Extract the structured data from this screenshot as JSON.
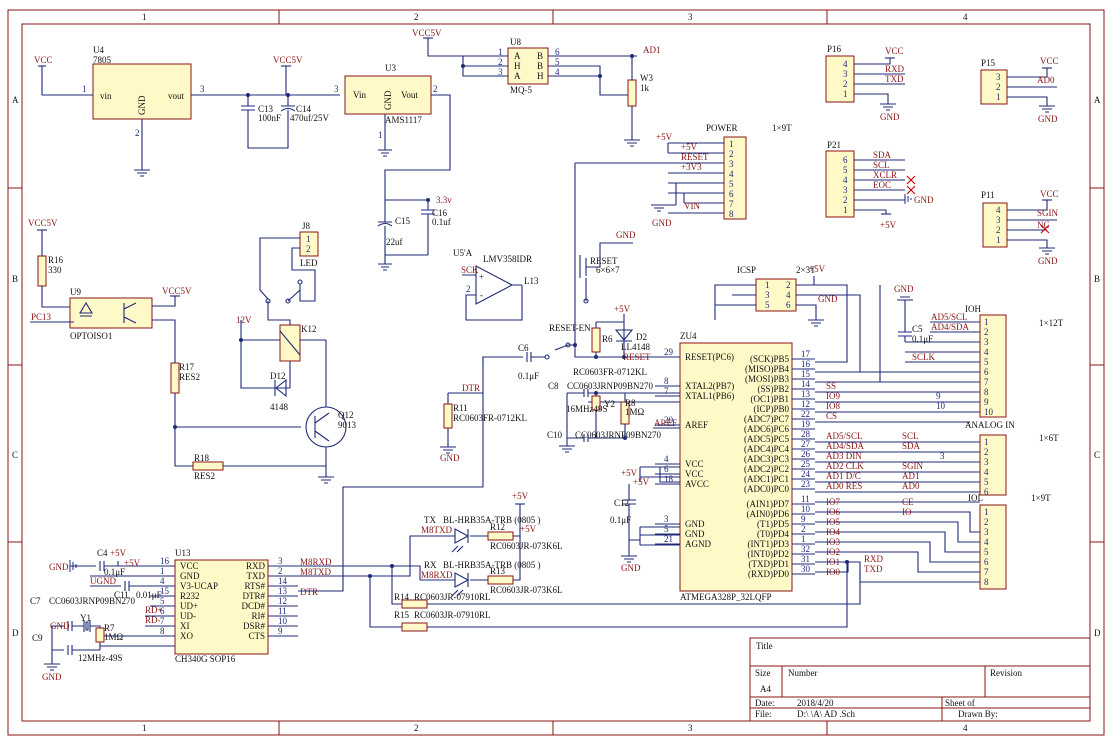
{
  "frame": {
    "columns": [
      "1",
      "2",
      "3",
      "4"
    ],
    "rows": [
      "A",
      "B",
      "C",
      "D"
    ]
  },
  "title_block": {
    "title": "Title",
    "size_label": "Size",
    "size": "A4",
    "number_label": "Number",
    "revision_label": "Revision",
    "date_label": "Date:",
    "date": "2018/4/20",
    "sheet_label": "Sheet    of",
    "file_label": "File:",
    "file": "D:\\         \\A\\                        AD              .Sch",
    "drawn_label": "Drawn By:"
  },
  "u4": {
    "ref": "U4",
    "value": "7805",
    "vin": "vin",
    "vout": "vout",
    "gnd": "GND",
    "p1": "1",
    "p2": "2",
    "p3": "3",
    "vcc": "VCC"
  },
  "c13": {
    "ref": "C13",
    "value": "100nF"
  },
  "c14": {
    "ref": "C14",
    "value": "470uf/25V"
  },
  "u3": {
    "ref": "U3",
    "value": "AMS1117",
    "vin": "Vin",
    "vout": "Vout",
    "gnd": "GND",
    "p1": "1",
    "p2": "2",
    "p3": "3",
    "vcc": "VCC5V"
  },
  "c15": {
    "ref": "C15",
    "value": "22uf"
  },
  "c16": {
    "ref": "C16",
    "value": "0.1uf",
    "net": "3.3v"
  },
  "u8": {
    "ref": "U8",
    "value": "MQ-5",
    "pins_left": [
      "1",
      "2",
      "3"
    ],
    "pins_right": [
      "6",
      "5",
      "4"
    ],
    "a1": "A",
    "a2": "H",
    "a3": "A",
    "b1": "B",
    "b2": "B",
    "b3": "H",
    "vcc": "VCC5V",
    "net": "AD1"
  },
  "w3": {
    "ref": "W3",
    "value": "1k"
  },
  "p16": {
    "ref": "P16",
    "pins": [
      "4",
      "3",
      "2",
      "1"
    ],
    "nets": [
      "VCC",
      "RXD",
      "TXD",
      ""
    ],
    "gnd": "GND"
  },
  "p15": {
    "ref": "P15",
    "pins": [
      "3",
      "2",
      "1"
    ],
    "nets": [
      "VCC",
      "AD0",
      ""
    ],
    "gnd": "GND"
  },
  "p21": {
    "ref": "P21",
    "pins": [
      "6",
      "5",
      "4",
      "3",
      "2",
      "1"
    ],
    "nets": [
      "SDA",
      "SCL",
      "XCLR",
      "EOC",
      "",
      ""
    ],
    "gnd": "GND",
    "vcc": "+5V"
  },
  "p11": {
    "ref": "P11",
    "pins": [
      "4",
      "3",
      "2",
      "1"
    ],
    "nets": [
      "VCC",
      "SGIN",
      "NC",
      ""
    ],
    "gnd": "GND"
  },
  "power": {
    "ref": "POWER",
    "size": "1×9T",
    "pins": [
      "1",
      "2",
      "3",
      "4",
      "5",
      "6",
      "7",
      "8"
    ],
    "nets": [
      "",
      "+5V",
      "RESET",
      "+3V3",
      "",
      "",
      "VIN",
      ""
    ],
    "vcc": "+5V",
    "gnd": "GND"
  },
  "u5": {
    "ref": "U5'A",
    "value": "LMV358IDR",
    "plus": "+",
    "minus": "-",
    "p2": "2",
    "sck": "SCK",
    "out": "L13"
  },
  "sw_reset": {
    "ref": "RESET",
    "value": "6×6×7",
    "gnd": "GND"
  },
  "j8": {
    "ref": "J8",
    "value": "LED",
    "pins": [
      "1",
      "2"
    ]
  },
  "k12": {
    "ref": "K12",
    "net": "12V"
  },
  "d12": {
    "ref": "D12",
    "value": "4148"
  },
  "q12": {
    "ref": "Q12",
    "value": "9013"
  },
  "r16": {
    "ref": "R16",
    "value": "330",
    "vcc": "VCC5V"
  },
  "u9": {
    "ref": "U9",
    "value": "OPTOISO1",
    "vcc": "VCC5V",
    "net": "PC13"
  },
  "r17": {
    "ref": "R17",
    "value": "RES2"
  },
  "r18": {
    "ref": "R18",
    "value": "RES2"
  },
  "icsp": {
    "ref": "ICSP",
    "size": "2×3T",
    "pins": [
      "1",
      "2",
      "3",
      "4",
      "5",
      "6"
    ],
    "gnd": "GND",
    "vcc": "+5V"
  },
  "ioh": {
    "ref": "IOH",
    "size": "1×12T",
    "pins": [
      "1",
      "2",
      "3",
      "4",
      "5",
      "6",
      "7",
      "8",
      "9",
      "10"
    ],
    "nets": [
      "AD5/SCL",
      "AD4/SDA",
      "",
      "SCLK",
      "",
      "",
      "",
      "",
      "9",
      "10"
    ],
    "gnd": "GND"
  },
  "c5": {
    "ref": "C5",
    "value": "0.1μF"
  },
  "analog_in": {
    "ref": "ANALOG IN",
    "size": "1×6T",
    "pins": [
      "1",
      "2",
      "3",
      "4",
      "5",
      "6"
    ],
    "nets": [
      "SCL",
      "SDA",
      "3",
      "SGIN",
      "AD1",
      "AD0"
    ]
  },
  "iol": {
    "ref": "IOL",
    "size": "1×9T",
    "pins": [
      "1",
      "2",
      "3",
      "4",
      "5",
      "6",
      "7",
      "8"
    ],
    "nets": [
      "CE",
      "IO",
      "",
      "",
      "",
      "",
      "RXD",
      "TXD"
    ]
  },
  "reset_en": {
    "ref": "RESET-EN"
  },
  "c6": {
    "ref": "C6",
    "value": "0.1μF"
  },
  "r6": {
    "ref": "R6"
  },
  "d2": {
    "ref": "D2",
    "value": "LL4148",
    "vcc": "+5V"
  },
  "r_reset_note": "RC0603FR-0712KL",
  "r11": {
    "ref": "R11",
    "value": "RC0603FR-0712KL",
    "gnd": "GND",
    "net": "DTR"
  },
  "c8": {
    "ref": "C8",
    "value": "CC0603JRNP09BN270"
  },
  "y2": {
    "ref": "Y2",
    "value": "16MHz49S"
  },
  "r8": {
    "ref": "R8",
    "value": "1MΩ"
  },
  "c10": {
    "ref": "C10",
    "value": "CC0603JRNP09BN270"
  },
  "c12": {
    "ref": "C12",
    "value": "0.1μF",
    "vcc": "+5V"
  },
  "zu4": {
    "ref": "ZU4",
    "value": "ATMEGA328P_32LQFP",
    "left_pins": [
      {
        "num": "29",
        "name": "RESET(PC6)",
        "net": "RESET"
      },
      {
        "num": "8",
        "name": "XTAL2(PB7)",
        "net": ""
      },
      {
        "num": "7",
        "name": "XTAL1(PB6)",
        "net": ""
      },
      {
        "num": "20",
        "name": "AREF",
        "net": "AREF"
      },
      {
        "num": "4",
        "name": "VCC",
        "net": ""
      },
      {
        "num": "6",
        "name": "VCC",
        "net": "+5V"
      },
      {
        "num": "18",
        "name": "AVCC",
        "net": ""
      },
      {
        "num": "3",
        "name": "GND",
        "net": ""
      },
      {
        "num": "5",
        "name": "GND",
        "net": ""
      },
      {
        "num": "21",
        "name": "AGND",
        "net": ""
      }
    ],
    "right_pins": [
      {
        "num": "17",
        "name": "(SCK)PB5",
        "net": ""
      },
      {
        "num": "16",
        "name": "(MISO)PB4",
        "net": ""
      },
      {
        "num": "15",
        "name": "(MOSI)PB3",
        "net": ""
      },
      {
        "num": "14",
        "name": "(SS)PB2",
        "net": "SS"
      },
      {
        "num": "13",
        "name": "(OC1)PB1",
        "net": "IO9"
      },
      {
        "num": "12",
        "name": "(ICP)PB0",
        "net": "IO8"
      },
      {
        "num": "22",
        "name": "(ADC7)PC7",
        "net": "CS"
      },
      {
        "num": "19",
        "name": "(ADC6)PC6",
        "net": ""
      },
      {
        "num": "28",
        "name": "(ADC5)PC5",
        "net": "AD5/SCL"
      },
      {
        "num": "27",
        "name": "(ADC4)PC4",
        "net": "AD4/SDA"
      },
      {
        "num": "26",
        "name": "(ADC3)PC3",
        "net": "AD3 DIN"
      },
      {
        "num": "25",
        "name": "(ADC2)PC2",
        "net": "AD2 CLK"
      },
      {
        "num": "24",
        "name": "(ADC1)PC1",
        "net": "AD1 D/C"
      },
      {
        "num": "23",
        "name": "(ADC0)PC0",
        "net": "AD0 RES"
      },
      {
        "num": "11",
        "name": "(AIN1)PD7",
        "net": "IO7"
      },
      {
        "num": "10",
        "name": "(AIN0)PD6",
        "net": "IO6"
      },
      {
        "num": "9",
        "name": "(T1)PD5",
        "net": "IO5"
      },
      {
        "num": "2",
        "name": "(T0)PD4",
        "net": "IO4"
      },
      {
        "num": "1",
        "name": "(INT1)PD3",
        "net": "IO3"
      },
      {
        "num": "32",
        "name": "(INT0)PD2",
        "net": "IO2"
      },
      {
        "num": "31",
        "name": "(TXD)PD1",
        "net": "IO1"
      },
      {
        "num": "30",
        "name": "(RXD)PD0",
        "net": "IO0"
      }
    ],
    "gnd": "GND",
    "vcc": "+5V"
  },
  "leds": {
    "tx": {
      "label": "TX",
      "part": "BL-HRB35A-TRB (0805      )",
      "net": "M8TXD",
      "res_ref": "R12",
      "res_val": "RC0603JR-073K6L",
      "vcc": "+5V"
    },
    "rx": {
      "label": "RX",
      "part": "BL-HRB35A-TRB (0805      )",
      "net": "M8RXD",
      "res_ref": "R13",
      "res_val": "RC0603JR-073K6L"
    }
  },
  "r14": {
    "ref": "R14",
    "value": "RC0603JR-07910RL"
  },
  "r15": {
    "ref": "R15",
    "value": "RC0603JR-07910RL"
  },
  "u13": {
    "ref": "U13",
    "value": "CH340G SOP16",
    "left_pins": [
      {
        "num": "16",
        "name": "VCC"
      },
      {
        "num": "1",
        "name": "GND"
      },
      {
        "num": "4",
        "name": "V3-UCAP"
      },
      {
        "num": "15",
        "name": "R232"
      },
      {
        "num": "5",
        "name": "UD+"
      },
      {
        "num": "6",
        "name": "UD-"
      },
      {
        "num": "7",
        "name": "XI"
      },
      {
        "num": "8",
        "name": "XO"
      }
    ],
    "right_pins": [
      {
        "num": "3",
        "name": "RXD",
        "net": "M8RXD"
      },
      {
        "num": "2",
        "name": "TXD",
        "net": "M8TXD"
      },
      {
        "num": "14",
        "name": "RTS#",
        "net": ""
      },
      {
        "num": "13",
        "name": "DTR#",
        "net": "DTR"
      },
      {
        "num": "12",
        "name": "DCD#",
        "net": ""
      },
      {
        "num": "11",
        "name": "RI#",
        "net": ""
      },
      {
        "num": "10",
        "name": "DSR#",
        "net": ""
      },
      {
        "num": "9",
        "name": "CTS",
        "net": ""
      }
    ]
  },
  "c4": {
    "ref": "C4",
    "value": "0.1μF",
    "vcc": "+5V",
    "gnd": "GND"
  },
  "c11": {
    "ref": "C11",
    "value": "0.01μF",
    "net": "UGND"
  },
  "c7": {
    "ref": "C7",
    "value": "CC0603JRNP09BN270"
  },
  "y1": {
    "ref": "Y1",
    "value": "12MHz-49S"
  },
  "r7": {
    "ref": "R7",
    "value": "1MΩ"
  },
  "c9": {
    "ref": "C9",
    "gnd": "GND"
  },
  "usb_nets": {
    "dp": "RD+",
    "dm": "RD-",
    "gnd": "GND"
  }
}
